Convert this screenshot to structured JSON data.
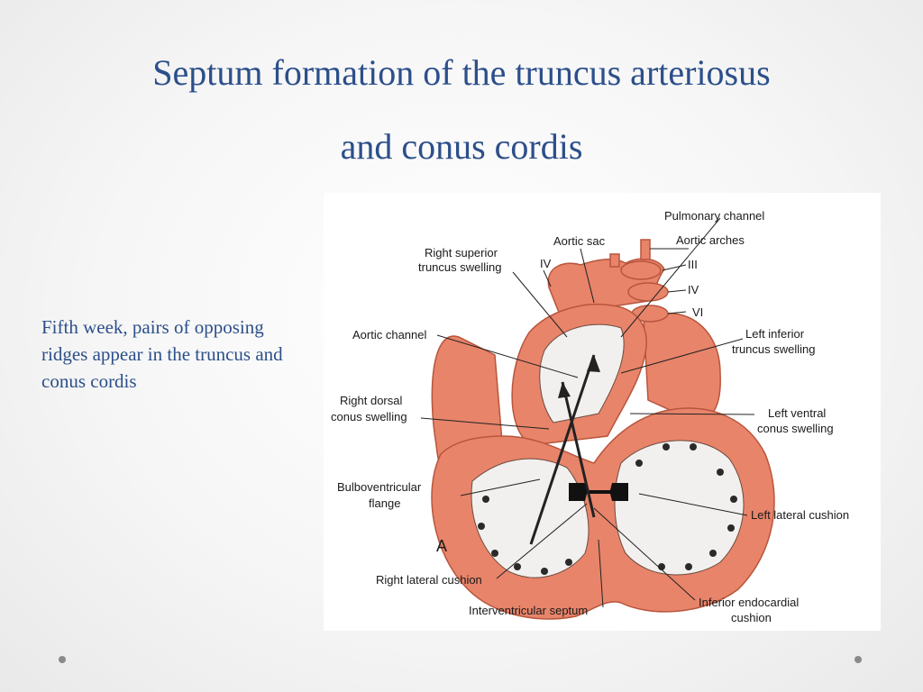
{
  "slide": {
    "title_line1": "Septum formation of the truncus arteriosus",
    "title_line2": "and conus cordis",
    "body_text": "Fifth week, pairs of opposing ridges appear in the truncus and conus cordis"
  },
  "figure": {
    "panel_label": "A",
    "labels": {
      "pulmonary_channel": "Pulmonary channel",
      "aortic_sac": "Aortic sac",
      "aortic_arches": "Aortic arches",
      "right_superior_1": "Right superior",
      "right_superior_2": "truncus swelling",
      "arch_iv_left": "IV",
      "arch_iii": "III",
      "arch_iv": "IV",
      "arch_vi": "VI",
      "aortic_channel": "Aortic channel",
      "left_inferior_1": "Left inferior",
      "left_inferior_2": "truncus swelling",
      "right_dorsal_1": "Right dorsal",
      "right_dorsal_2": "conus swelling",
      "left_ventral_1": "Left ventral",
      "left_ventral_2": "conus swelling",
      "bulbo_1": "Bulboventricular",
      "bulbo_2": "flange",
      "left_lateral_cushion": "Left lateral cushion",
      "right_lateral_cushion": "Right lateral cushion",
      "inferior_endo_1": "Inferior endocardial",
      "inferior_endo_2": "cushion",
      "interventricular_septum": "Interventricular septum"
    }
  },
  "colors": {
    "title": "#2c4f8a",
    "tissue": "#e8846a",
    "tissue_light": "#f2a58c",
    "lumen": "#f2f0ee"
  }
}
